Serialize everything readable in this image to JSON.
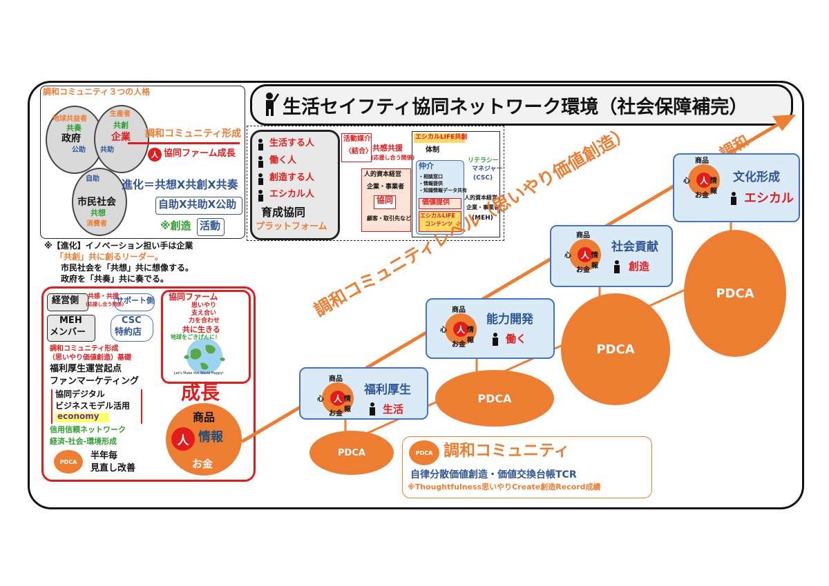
{
  "title": "生活セイフティ協同ネットワーク環境（社会保障補完）",
  "persona": {
    "heading": "調和コミュニティ３つの人格",
    "left_circle": [
      "地球共益者",
      "共奏",
      "政府"
    ],
    "right_circle": [
      "生産者",
      "共創",
      "企業"
    ],
    "bottom_circle": [
      "市民社会",
      "共想",
      "消費者"
    ],
    "kojo": "公助",
    "kyojo": "共助",
    "jijo": "自助",
    "formation": "調和コミュニティ形成",
    "farm_growth": "協同ファーム成長",
    "evolution1": "進化＝共想X共創X共奏",
    "evolution2": "自助X共助X公助",
    "creation": "※創造",
    "activity": "活動"
  },
  "notes": [
    "※【進化】イノベーション担い手は企業",
    "「共創」共に創るリーダー。",
    "市民社会を「共想」共に想像する。",
    "政府を「共奏」共に奏でる。"
  ],
  "platform": {
    "items": [
      "生活する人",
      "働く人",
      "創造する人",
      "エシカル人"
    ],
    "title": "育成協同",
    "subtitle": "プラットフォーム"
  },
  "activity_mediation": {
    "label1": "活動媒介",
    "label2": "〈結合〉",
    "kyokan": "共感共援",
    "kyokan_sub": "(応援し合う関係)",
    "human_capital": "人的資本経営",
    "company": "企業・事業者",
    "kyodo": "協同",
    "customers": "顧客・取引先など"
  },
  "ethical": {
    "header": "エシカルLIFE共創",
    "system": "体制",
    "broker": "仲介",
    "broker_items": [
      "・相談窓口",
      "・情報提供",
      "・知識情報データ共有"
    ],
    "literacy": "リテラシー",
    "manager": "マネジャー",
    "csc": "(CSC)",
    "value": "価値提供",
    "contents1": "エシカルLIFE",
    "contents2": "コンテンツ",
    "hc": "人的資本経営",
    "company": "企業・事業者",
    "meh": "(MEH)"
  },
  "left_panel": {
    "management": "経営側",
    "kyokan": "共感・共援",
    "kyokan_sub": "(応援し合う関係)",
    "support": "サポート側",
    "meh1": "MEH",
    "meh2": "メンバー",
    "csc1": "CSC",
    "csc2": "特約店",
    "line1": "調和コミュニティ形成",
    "line2": "（思いやり価値創造）基礎",
    "line3": "福利厚生運営起点",
    "line4": "ファンマーケティング",
    "line5": "協同デジタル",
    "line6": "ビジネスモデル活用",
    "line7": "economy",
    "line8": "信用信頼ネットワーク",
    "line9": "経済-社会-環境形成",
    "pdca": "PDCA",
    "review1": "半年毎",
    "review2": "見直し改善"
  },
  "farm": {
    "title": "協同ファーム",
    "lines": [
      "思いやり",
      "支え合い",
      "力を合わせ",
      "共に生きる"
    ],
    "globe_text": "地球をごきげんに！",
    "globe_sub": "Let's Make the World Happy!",
    "growth": "成長",
    "product": "商品",
    "person": "人",
    "info": "情報",
    "money": "お金"
  },
  "steps": [
    {
      "title": "福利厚生",
      "sub": "生活"
    },
    {
      "title": "能力開発",
      "sub": "働く"
    },
    {
      "title": "社会貢献",
      "sub": "創造"
    },
    {
      "title": "文化形成",
      "sub": "エシカル"
    }
  ],
  "core_labels": {
    "product": "商品",
    "heart": "心",
    "person": "人",
    "info": "情報",
    "money": "お金"
  },
  "pdca_label": "PDCA",
  "arrow_label": "調和コミュニティレベル（思いやり価値創造）",
  "arrow_end": "調和",
  "community_box": {
    "pdca": "PDCA",
    "title": "調和コミュニティ",
    "line1": "自律分散価値創造・価値交換台帳TCR",
    "line2": "※Thoughtfulness思いやりCreate創造Record成績"
  }
}
